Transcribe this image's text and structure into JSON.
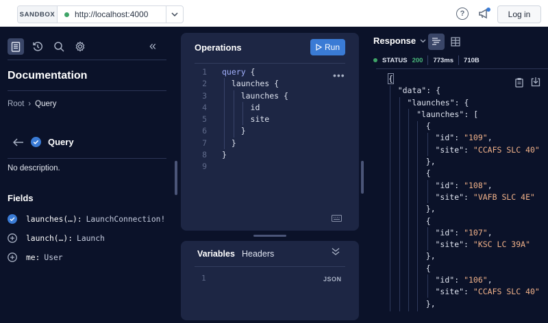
{
  "topbar": {
    "sandbox_label": "SANDBOX",
    "url": "http://localhost:4000",
    "url_status_color": "#3fa467",
    "help_icon": "question-circle-icon",
    "announce_icon": "megaphone-icon",
    "login_label": "Log in"
  },
  "docs": {
    "tools": [
      "documentation-icon",
      "history-icon",
      "search-icon",
      "gear-icon"
    ],
    "collapse_icon": "double-chevron-left-icon",
    "title": "Documentation",
    "breadcrumb": {
      "root": "Root",
      "sep": "›",
      "current": "Query"
    },
    "type_title": "Query",
    "description": "No description.",
    "fields_title": "Fields",
    "fields": [
      {
        "name": "launches(…):",
        "type": "LaunchConnection!",
        "selected": true
      },
      {
        "name": "launch(…):",
        "type": "Launch",
        "selected": false
      },
      {
        "name": "me:",
        "type": "User",
        "selected": false
      }
    ]
  },
  "operations": {
    "title": "Operations",
    "run_label": "Run",
    "more_label": "•••",
    "lines": [
      {
        "n": "1",
        "text": "query {"
      },
      {
        "n": "2",
        "text": "  launches {"
      },
      {
        "n": "3",
        "text": "    launches {"
      },
      {
        "n": "4",
        "text": "      id"
      },
      {
        "n": "5",
        "text": "      site"
      },
      {
        "n": "6",
        "text": "    }"
      },
      {
        "n": "7",
        "text": "  }"
      },
      {
        "n": "8",
        "text": "}"
      },
      {
        "n": "9",
        "text": ""
      }
    ]
  },
  "variables": {
    "tabs": [
      "Variables",
      "Headers"
    ],
    "line_number": "1",
    "format_label": "JSON"
  },
  "response": {
    "title": "Response",
    "caret": "⌄",
    "status_label": "STATUS",
    "status_code": "200",
    "time": "773ms",
    "size": "710B",
    "json_lines": [
      {
        "indent": 0,
        "text": "{"
      },
      {
        "indent": 1,
        "key": "\"data\"",
        "rest": ": {"
      },
      {
        "indent": 2,
        "key": "\"launches\"",
        "rest": ": {"
      },
      {
        "indent": 3,
        "key": "\"launches\"",
        "rest": ": ["
      },
      {
        "indent": 4,
        "text": "{"
      },
      {
        "indent": 5,
        "key": "\"id\"",
        "val": "\"109\"",
        "tail": ","
      },
      {
        "indent": 5,
        "key": "\"site\"",
        "val": "\"CCAFS SLC 40\"",
        "tail": ""
      },
      {
        "indent": 4,
        "text": "},"
      },
      {
        "indent": 4,
        "text": "{"
      },
      {
        "indent": 5,
        "key": "\"id\"",
        "val": "\"108\"",
        "tail": ","
      },
      {
        "indent": 5,
        "key": "\"site\"",
        "val": "\"VAFB SLC 4E\"",
        "tail": ""
      },
      {
        "indent": 4,
        "text": "},"
      },
      {
        "indent": 4,
        "text": "{"
      },
      {
        "indent": 5,
        "key": "\"id\"",
        "val": "\"107\"",
        "tail": ","
      },
      {
        "indent": 5,
        "key": "\"site\"",
        "val": "\"KSC LC 39A\"",
        "tail": ""
      },
      {
        "indent": 4,
        "text": "},"
      },
      {
        "indent": 4,
        "text": "{"
      },
      {
        "indent": 5,
        "key": "\"id\"",
        "val": "\"106\"",
        "tail": ","
      },
      {
        "indent": 5,
        "key": "\"site\"",
        "val": "\"CCAFS SLC 40\"",
        "tail": ""
      },
      {
        "indent": 4,
        "text": "},"
      }
    ]
  }
}
